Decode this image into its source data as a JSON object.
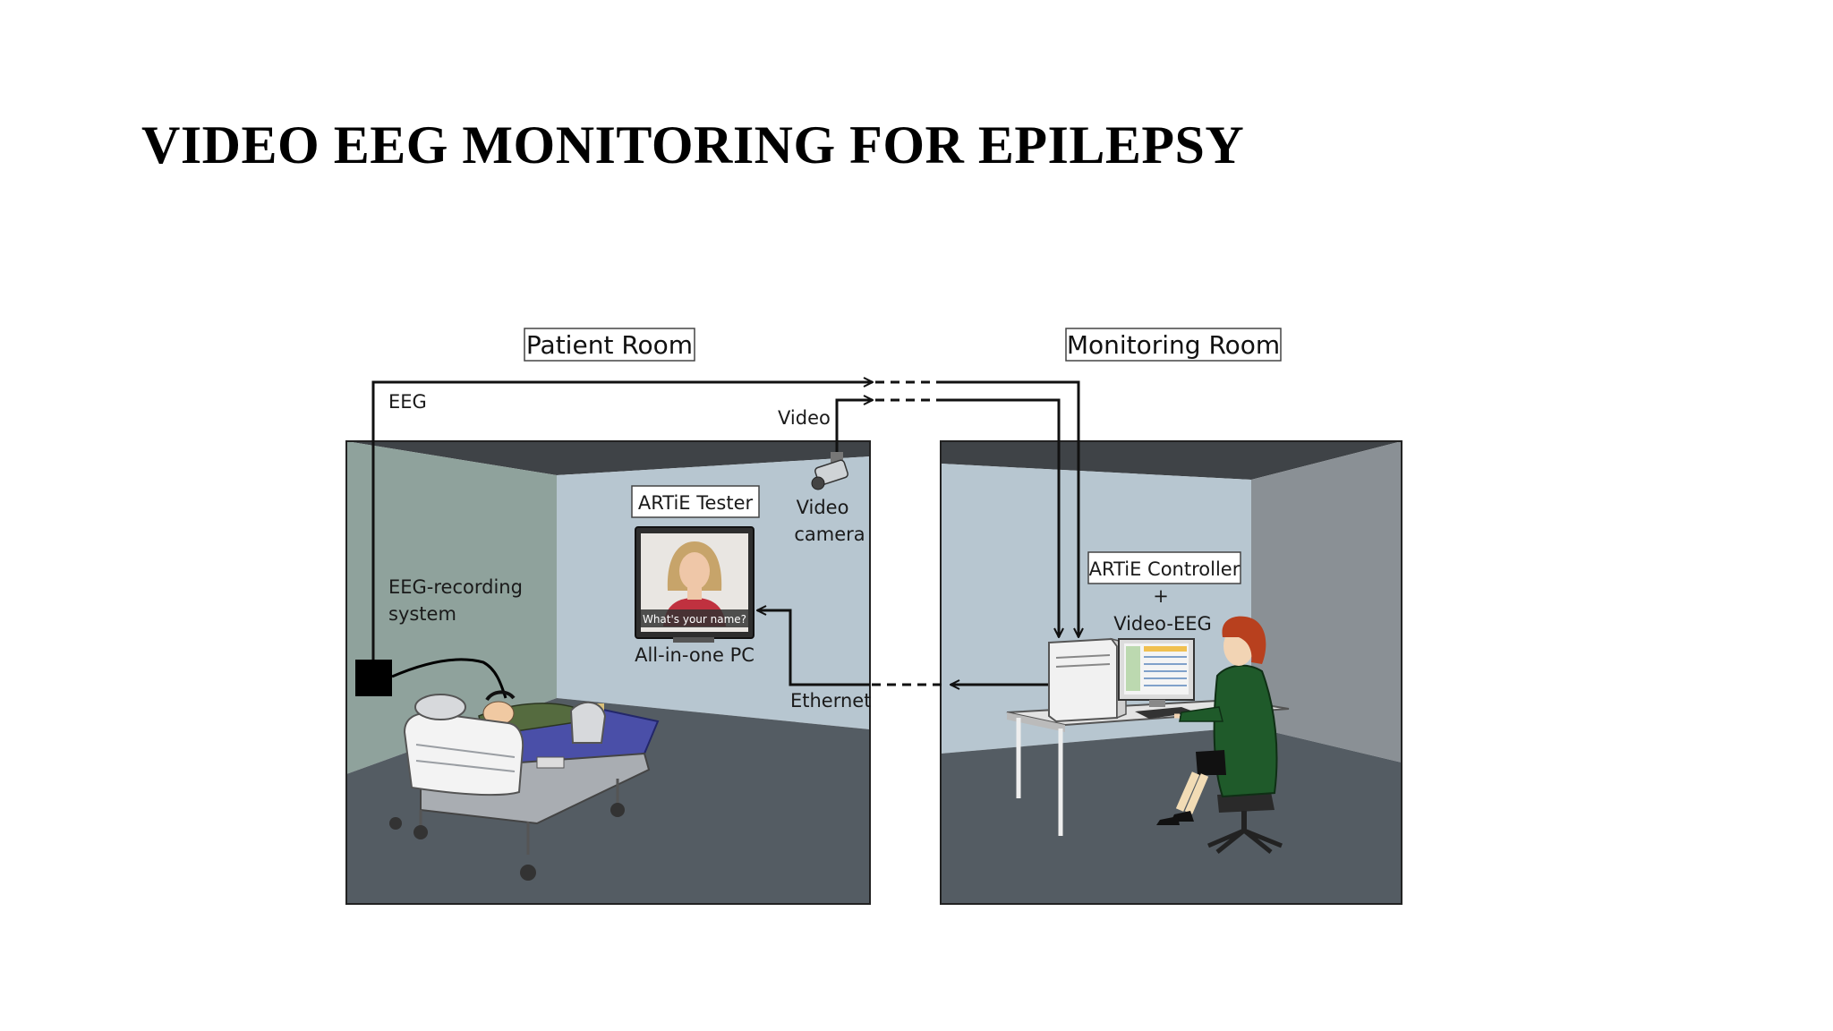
{
  "slide": {
    "title": "VIDEO EEG MONITORING FOR EPILEPSY"
  },
  "diagram": {
    "patient_room_label": "Patient Room",
    "monitoring_room_label": "Monitoring Room",
    "eeg_label": "EEG",
    "video_label": "Video",
    "video_camera_label_line1": "Video",
    "video_camera_label_line2": "camera",
    "artie_tester_label": "ARTiE Tester",
    "screen_caption": "What's your name?",
    "all_in_one_pc_label": "All-in-one PC",
    "eeg_system_label_line1": "EEG-recording",
    "eeg_system_label_line2": "system",
    "ethernet_label": "Ethernet",
    "controller_label": "ARTiE Controller",
    "plus_label": "+",
    "video_eeg_label": "Video-EEG"
  },
  "colors": {
    "ceiling": "#3f4347",
    "left_wall_patient": "#8fa29c",
    "back_wall": "#b7c6d0",
    "floor": "#545c63",
    "right_wall_monitor": "#8a9095",
    "bed_mattress": "#4a4fa8",
    "operator_jacket": "#1f5a2a",
    "operator_hair": "#b8401e"
  }
}
